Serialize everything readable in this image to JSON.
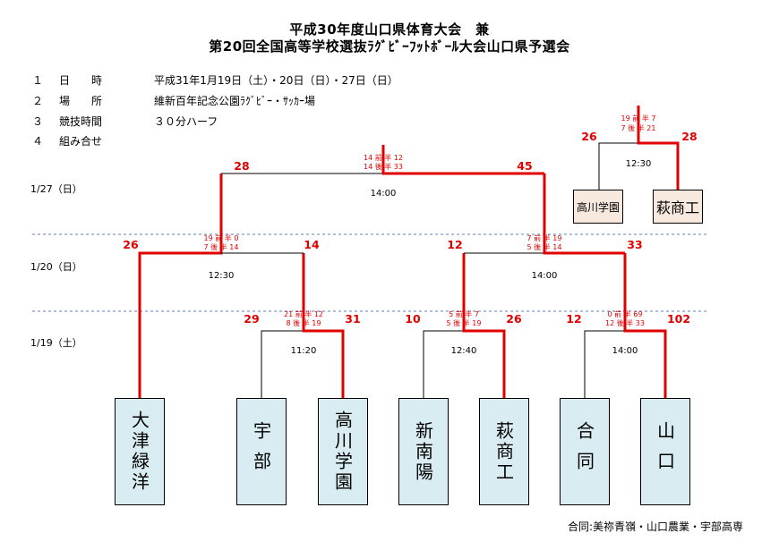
{
  "header": {
    "title_line1": "平成30年度山口県体育大会　兼",
    "title_line2": "第20回全国高等学校選抜ﾗｸﾞﾋﾞｰﾌｯﾄﾎﾞｰﾙ大会山口県予選会"
  },
  "info": [
    {
      "no": "１",
      "label": "日　　時",
      "value": "平成31年1月19日（土）・20日（日）・27日（日）"
    },
    {
      "no": "２",
      "label": "場　　所",
      "value": "維新百年記念公園ﾗｸﾞﾋﾞｰ・ｻｯｶｰ場"
    },
    {
      "no": "３",
      "label": "競技時間",
      "value": "３０分ハーフ"
    },
    {
      "no": "４",
      "label": "組み合せ",
      "value": ""
    }
  ],
  "dates": {
    "d27": "1/27（日）",
    "d20": "1/20（日）",
    "d19": "1/19（土）"
  },
  "teams": [
    "大津緑洋",
    "宇部",
    "高川学園",
    "新南陽",
    "萩商工",
    "合同",
    "山口"
  ],
  "side_match": {
    "team_left": "高川学園",
    "team_right": "萩商工",
    "score_left": "26",
    "score_right": "28",
    "half1": "19 前 半 7",
    "half2": "7 後 半 21",
    "time": "12:30"
  },
  "r1": [
    {
      "score_left": "29",
      "score_right": "31",
      "half1": "21 前 半 12",
      "half2": "8 後 半 19",
      "time": "11:20"
    },
    {
      "score_left": "10",
      "score_right": "26",
      "half1": "5 前 半 7",
      "half2": "5 後 半 19",
      "time": "12:40"
    },
    {
      "score_left": "12",
      "score_right": "102",
      "half1": "0 前 半 69",
      "half2": "12 後 半 33",
      "time": "14:00"
    }
  ],
  "r2": [
    {
      "score_left": "26",
      "score_right": "14",
      "half1": "19 前 半 0",
      "half2": "7 後 半 14",
      "time": "12:30"
    },
    {
      "score_left": "12",
      "score_right": "33",
      "half1": "7 前 半 19",
      "half2": "5 後 半 14",
      "time": "14:00"
    }
  ],
  "final": {
    "score_left": "28",
    "score_right": "45",
    "half1": "14 前 半 12",
    "half2": "14 後 半 33",
    "time": "14:00"
  },
  "note": "合同:美祢青嶺・山口農業・宇部高専",
  "colors": {
    "win_line": "#e00000",
    "team_fill": "#d9ecf2",
    "mini_fill": "#f7e9dd",
    "separator": "#5b7fb8"
  }
}
